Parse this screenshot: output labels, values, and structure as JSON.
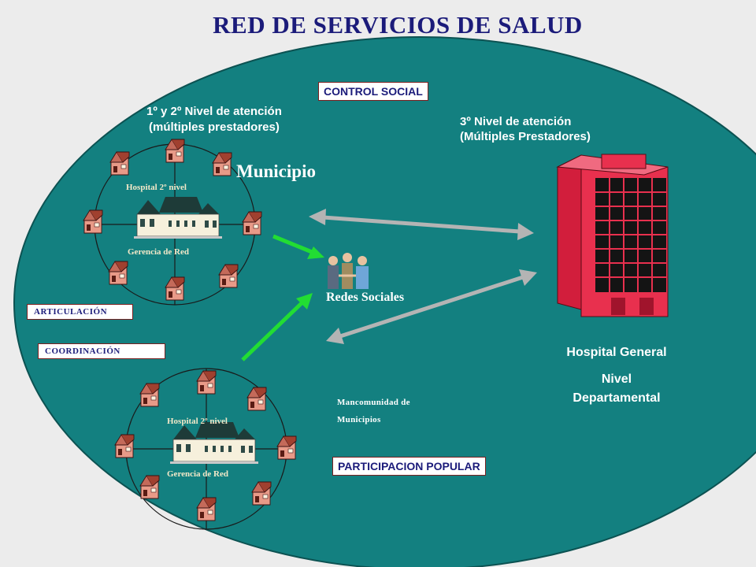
{
  "title": "RED DE SERVICIOS DE SALUD",
  "control_social": "CONTROL SOCIAL",
  "participacion_popular": "PARTICIPACION POPULAR",
  "articulacion": "ARTICULACIÓN",
  "coordinacion": "COORDINACIÓN",
  "nivel12": {
    "line1": "1º y 2º Nivel de atención",
    "line2": "(múltiples prestadores)"
  },
  "nivel3": {
    "line1": "3º Nivel de atención",
    "line2": "(Múltiples Prestadores)"
  },
  "municipio": "Municipio",
  "redes_sociales": "Redes Sociales",
  "mancomunidad": {
    "line1": "Mancomunidad de",
    "line2": "Municipios"
  },
  "hospital_general": {
    "line1": "Hospital General",
    "line2": "Nivel",
    "line3": "Departamental"
  },
  "cluster_top": {
    "hospital": "Hospital 2º nivel",
    "gerencia": "Gerencia de Red"
  },
  "cluster_bottom": {
    "hospital": "Hospital 2º nivel",
    "gerencia": "Gerencia de Red"
  },
  "colors": {
    "teal": "#138080",
    "title": "#1b1b7a",
    "building": "#e8304e",
    "arrow_green": "#22dd33",
    "arrow_grey": "#b4b4b4"
  }
}
